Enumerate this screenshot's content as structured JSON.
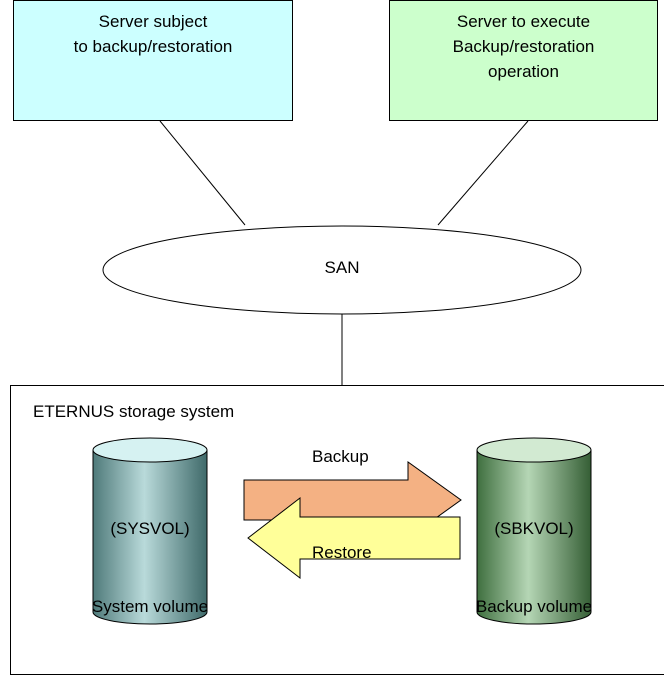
{
  "servers": {
    "backup_target": {
      "lines": [
        "Server subject",
        "to backup/restoration"
      ],
      "fill": "#ccffff"
    },
    "executor": {
      "lines": [
        "Server to execute",
        "Backup/restoration",
        "operation"
      ],
      "fill": "#ccffcc"
    }
  },
  "network": {
    "label": "SAN"
  },
  "storage": {
    "title": "ETERNUS storage system",
    "system_volume": {
      "id": "(SYSVOL)",
      "caption": "System volume",
      "color": "#7fa8a8"
    },
    "backup_volume": {
      "id": "(SBKVOL)",
      "caption": "Backup volume",
      "color": "#6f9e6f"
    },
    "backup_arrow": {
      "label": "Backup",
      "color": "#f4b183"
    },
    "restore_arrow": {
      "label": "Restore",
      "color": "#ffff99"
    }
  }
}
